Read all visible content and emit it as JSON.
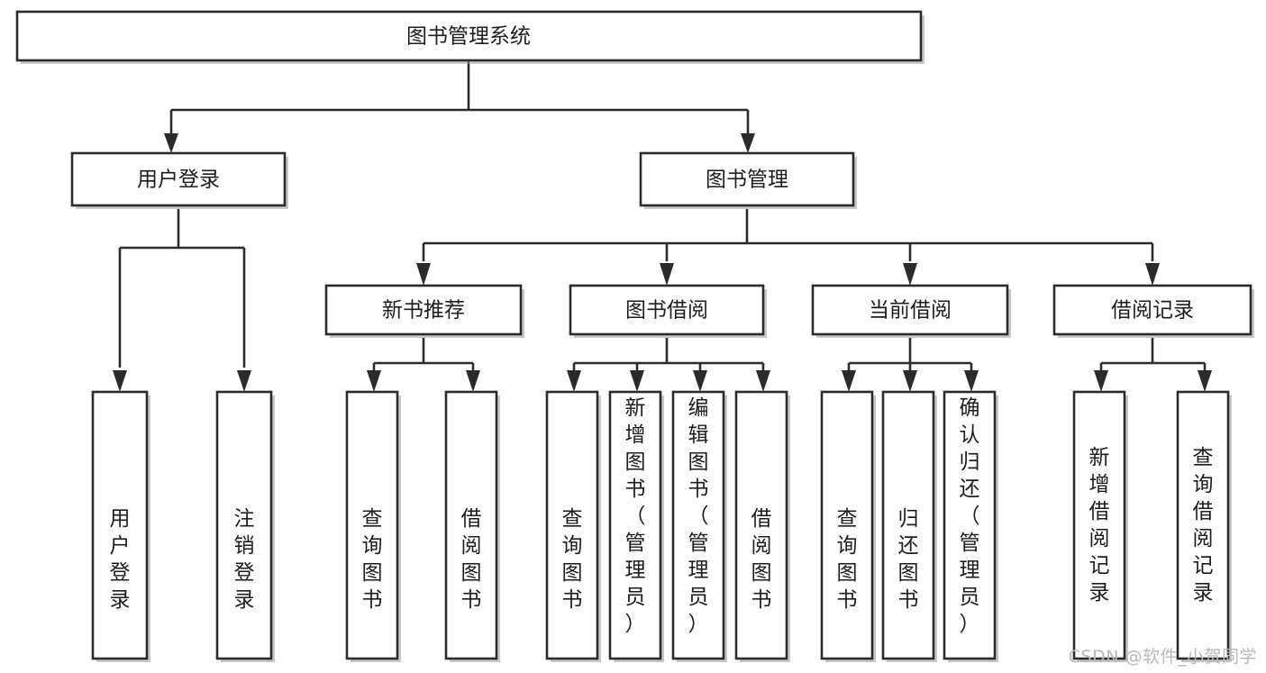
{
  "diagram": {
    "title": "图书管理系统",
    "type": "tree-hierarchy",
    "watermark": "CSDN @软件_小贺同学",
    "colors": {
      "stroke": "#2b2b2b",
      "fill": "#ffffff",
      "text": "#1d1d1d",
      "watermark": "#b9b9b9",
      "background": "#ffffff"
    },
    "levels": {
      "root": "图书管理系统",
      "level2": [
        "用户登录",
        "图书管理"
      ],
      "level3": [
        "新书推荐",
        "图书借阅",
        "当前借阅",
        "借阅记录"
      ]
    },
    "nodes": {
      "root": {
        "label": "图书管理系统",
        "orientation": "horizontal"
      },
      "user_login": {
        "label": "用户登录",
        "orientation": "horizontal"
      },
      "book_manage": {
        "label": "图书管理",
        "orientation": "horizontal"
      },
      "new_book_rec": {
        "label": "新书推荐",
        "orientation": "horizontal"
      },
      "book_borrow": {
        "label": "图书借阅",
        "orientation": "horizontal"
      },
      "current_borrow": {
        "label": "当前借阅",
        "orientation": "horizontal"
      },
      "borrow_record": {
        "label": "借阅记录",
        "orientation": "horizontal"
      },
      "leaf_user_login": {
        "label": "用户登录",
        "orientation": "vertical"
      },
      "leaf_logout": {
        "label": "注销登录",
        "orientation": "vertical"
      },
      "leaf_query_book_1": {
        "label": "查询图书",
        "orientation": "vertical"
      },
      "leaf_borrow_book_1": {
        "label": "借阅图书",
        "orientation": "vertical"
      },
      "leaf_query_book_2": {
        "label": "查询图书",
        "orientation": "vertical"
      },
      "leaf_add_book": {
        "label": "新增图书（管理员）",
        "orientation": "vertical"
      },
      "leaf_edit_book": {
        "label": "编辑图书（管理员）",
        "orientation": "vertical"
      },
      "leaf_borrow_book_2": {
        "label": "借阅图书",
        "orientation": "vertical"
      },
      "leaf_query_book_3": {
        "label": "查询图书",
        "orientation": "vertical"
      },
      "leaf_return_book": {
        "label": "归还图书",
        "orientation": "vertical"
      },
      "leaf_confirm_return": {
        "label": "确认归还（管理员）",
        "orientation": "vertical"
      },
      "leaf_add_record": {
        "label": "新增借阅记录",
        "orientation": "vertical"
      },
      "leaf_query_record": {
        "label": "查询借阅记录",
        "orientation": "vertical"
      }
    },
    "edges": [
      {
        "from": "root",
        "to": "user_login"
      },
      {
        "from": "root",
        "to": "book_manage"
      },
      {
        "from": "user_login",
        "to": "leaf_user_login"
      },
      {
        "from": "user_login",
        "to": "leaf_logout"
      },
      {
        "from": "book_manage",
        "to": "new_book_rec"
      },
      {
        "from": "book_manage",
        "to": "book_borrow"
      },
      {
        "from": "book_manage",
        "to": "current_borrow"
      },
      {
        "from": "book_manage",
        "to": "borrow_record"
      },
      {
        "from": "new_book_rec",
        "to": "leaf_query_book_1"
      },
      {
        "from": "new_book_rec",
        "to": "leaf_borrow_book_1"
      },
      {
        "from": "book_borrow",
        "to": "leaf_query_book_2"
      },
      {
        "from": "book_borrow",
        "to": "leaf_add_book"
      },
      {
        "from": "book_borrow",
        "to": "leaf_edit_book"
      },
      {
        "from": "book_borrow",
        "to": "leaf_borrow_book_2"
      },
      {
        "from": "current_borrow",
        "to": "leaf_query_book_3"
      },
      {
        "from": "current_borrow",
        "to": "leaf_return_book"
      },
      {
        "from": "current_borrow",
        "to": "leaf_confirm_return"
      },
      {
        "from": "borrow_record",
        "to": "leaf_add_record"
      },
      {
        "from": "borrow_record",
        "to": "leaf_query_record"
      }
    ]
  }
}
